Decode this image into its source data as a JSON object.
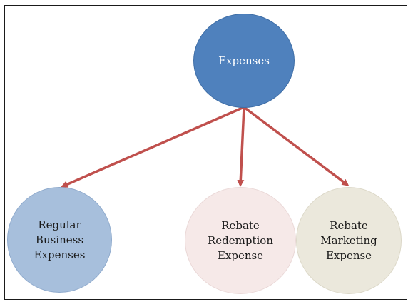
{
  "diagram": {
    "root": {
      "label": "Expenses",
      "color": "#4f81bd"
    },
    "children": [
      {
        "label": "Regular\nBusiness\nExpenses",
        "color": "#a7bfdc"
      },
      {
        "label": "Rebate\nRedemption\nExpense",
        "color": "#f6e9e8"
      },
      {
        "label": "Rebate\nMarketing\nExpense",
        "color": "#ebe8dc"
      }
    ],
    "arrow_color": "#c0504d"
  }
}
